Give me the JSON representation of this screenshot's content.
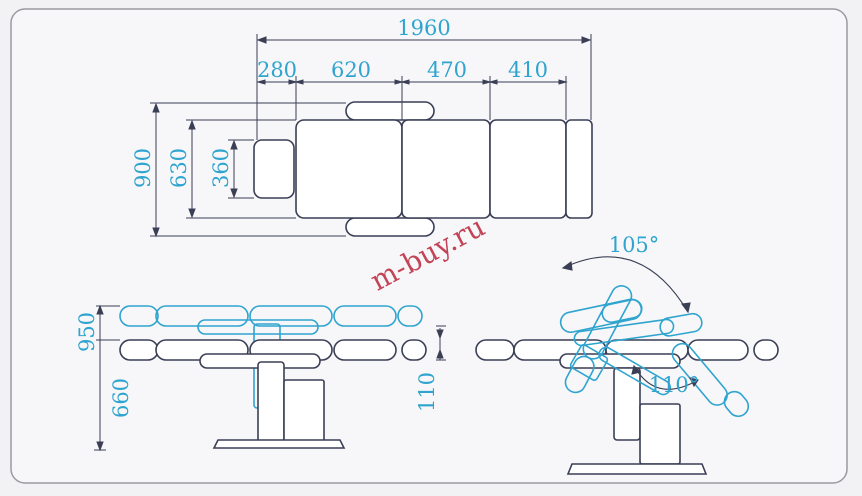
{
  "colors": {
    "background": "#f2f2f4",
    "panel": "#f7f7f9",
    "frame": "#9a9aa0",
    "outline": "#3a3f55",
    "dimension_blue": "#2fa4cf",
    "fill_white": "#ffffff",
    "watermark": "#b8243a"
  },
  "top_view": {
    "total_length": "1960",
    "segment_head": "280",
    "segment_back": "620",
    "segment_seat": "470",
    "segment_legs": "410",
    "width_total": "900",
    "width_body": "630",
    "width_head": "360"
  },
  "side_view": {
    "height_max": "950",
    "height_min": "660",
    "lift_travel": "110"
  },
  "angle_view": {
    "back_angle": "105°",
    "leg_angle": "110°"
  },
  "watermark": "m-buy.ru"
}
